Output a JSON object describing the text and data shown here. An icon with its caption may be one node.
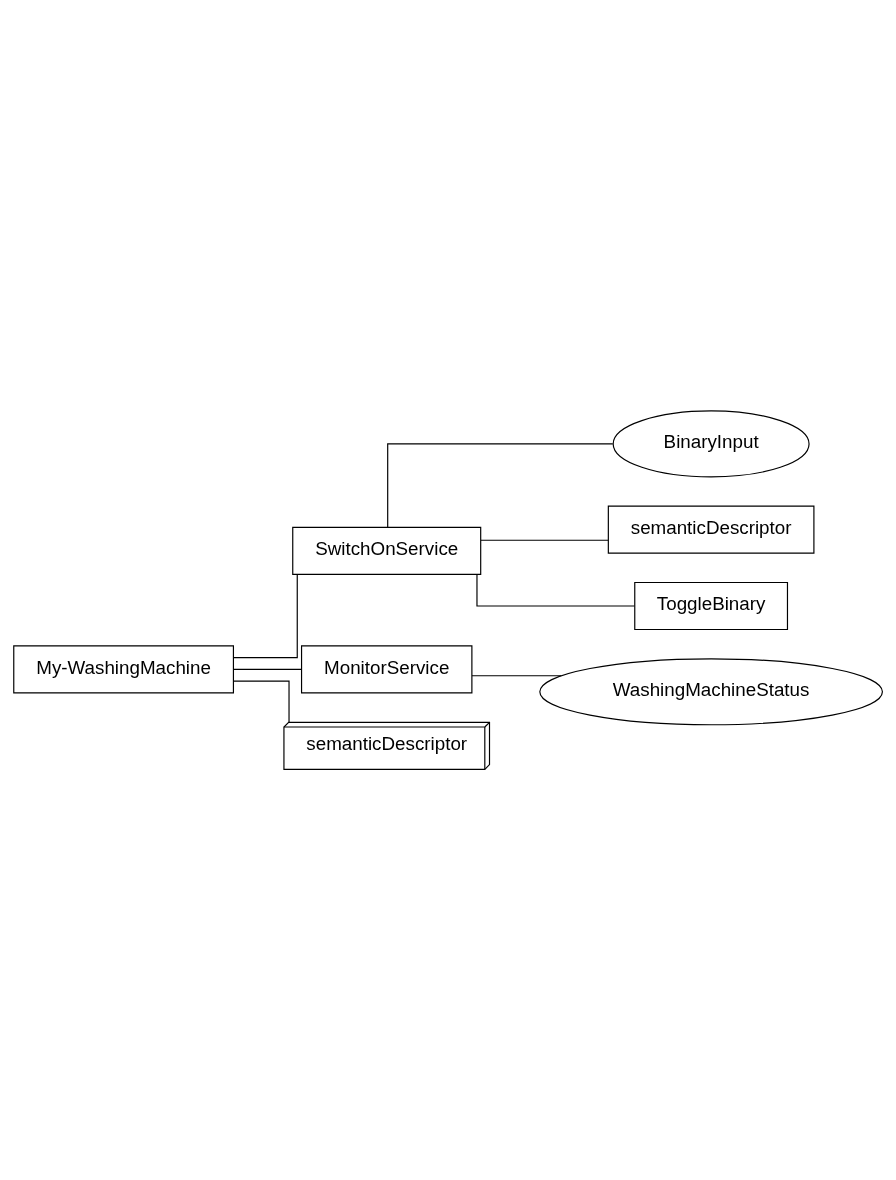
{
  "diagram": {
    "nodes": [
      {
        "text": [
          "My-WashingMachine"
        ]
      },
      {
        "text": [
          "SwitchOnService"
        ]
      },
      {
        "text": [
          "BinaryInput"
        ]
      },
      {
        "text": [
          "semanticDescriptor"
        ]
      },
      {
        "text": [
          "ToggleBinary"
        ]
      },
      {
        "text": [
          "MonitorService"
        ]
      },
      {
        "text": [
          "WashingMachineStatus"
        ]
      },
      {
        "text": [
          "semanticDescriptor"
        ]
      }
    ],
    "edges": [
      {
        "from": 0,
        "to": 1,
        "arrow": "none"
      },
      {
        "from": 1,
        "to": 2,
        "arrow": "none"
      },
      {
        "from": 1,
        "to": 3,
        "arrow": "none"
      },
      {
        "from": 1,
        "to": 4,
        "arrow": "none"
      },
      {
        "from": 0,
        "to": 5,
        "arrow": "none"
      },
      {
        "from": 5,
        "to": 6,
        "arrow": "none"
      },
      {
        "from": 0,
        "to": 7,
        "arrow": "none"
      }
    ]
  }
}
